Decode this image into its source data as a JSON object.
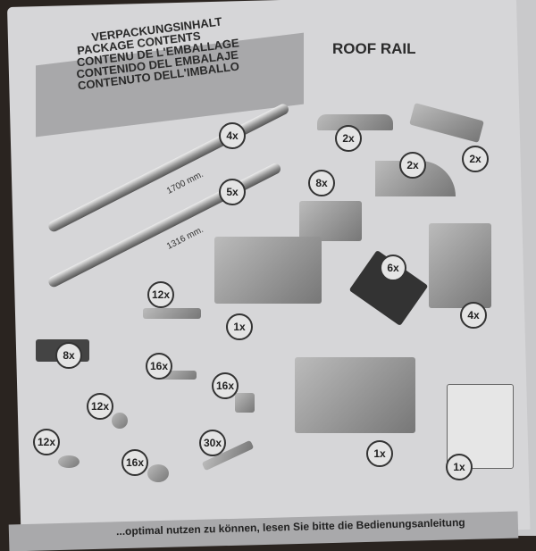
{
  "header": {
    "languages": [
      "VERPACKUNGSINHALT",
      "PACKAGE CONTENTS",
      "CONTENU DE L'EMBALLAGE",
      "CONTENIDO DEL EMBALAJE",
      "CONTENUTO DELL'IMBALLO"
    ],
    "title": "ROOF RAIL"
  },
  "dimensions": [
    "1700 mm.",
    "1316 mm."
  ],
  "counts": [
    "4x",
    "5x",
    "2x",
    "2x",
    "2x",
    "8x",
    "6x",
    "12x",
    "1x",
    "4x",
    "8x",
    "16x",
    "16x",
    "12x",
    "12x",
    "16x",
    "30x",
    "1x",
    "1x"
  ],
  "footer": "...optimal nutzen zu können, lesen Sie bitte die Bedienungsanleitung"
}
